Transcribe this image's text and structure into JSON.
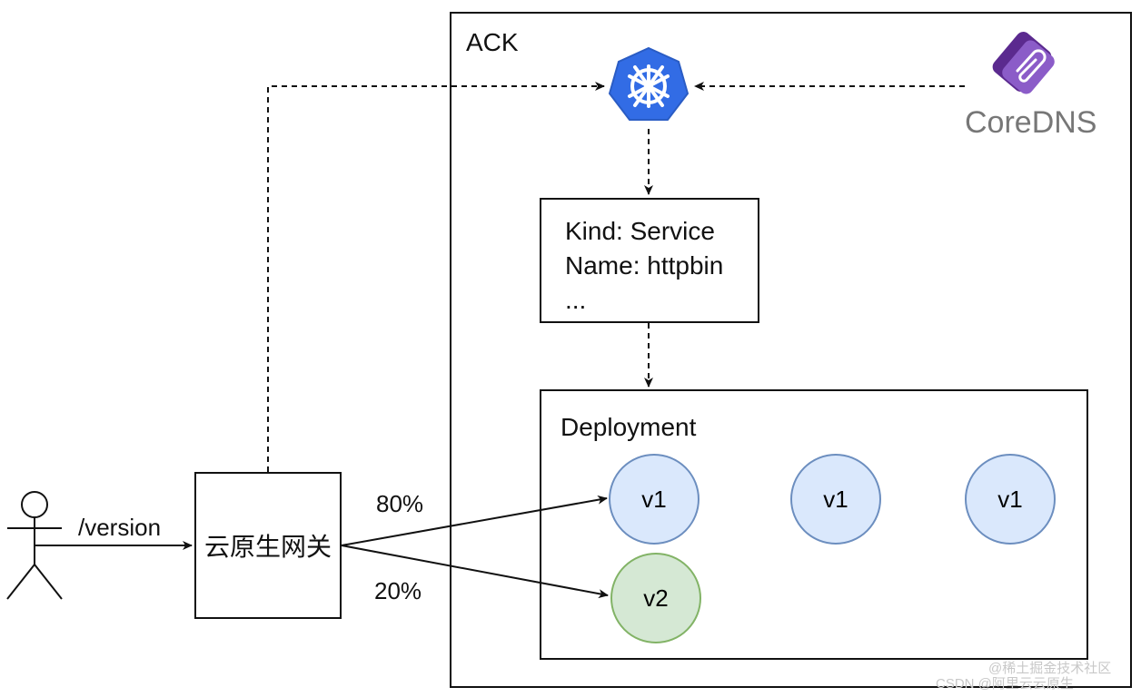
{
  "cluster": {
    "label": "ACK"
  },
  "coredns": {
    "label": "CoreDNS",
    "icon": "coredns-logo-icon",
    "color": "#6b3fa0"
  },
  "kubernetes": {
    "icon": "kubernetes-logo-icon",
    "color": "#326ce5"
  },
  "service": {
    "lines": [
      "Kind: Service",
      "Name: httpbin",
      "..."
    ]
  },
  "deployment": {
    "label": "Deployment",
    "pods": [
      {
        "label": "v1",
        "version": "v1"
      },
      {
        "label": "v1",
        "version": "v1"
      },
      {
        "label": "v1",
        "version": "v1"
      },
      {
        "label": "v2",
        "version": "v2"
      }
    ]
  },
  "gateway": {
    "label": "云原生网关"
  },
  "request": {
    "path": "/version"
  },
  "traffic": {
    "v1_percent": "80%",
    "v2_percent": "20%"
  },
  "colors": {
    "v1_fill": "#dae8fc",
    "v1_stroke": "#6c8ebf",
    "v2_fill": "#d5e8d4",
    "v2_stroke": "#82b366"
  },
  "watermark": {
    "line1": "@稀土掘金技术社区",
    "line2": "CSDN @阿里云云原生"
  }
}
